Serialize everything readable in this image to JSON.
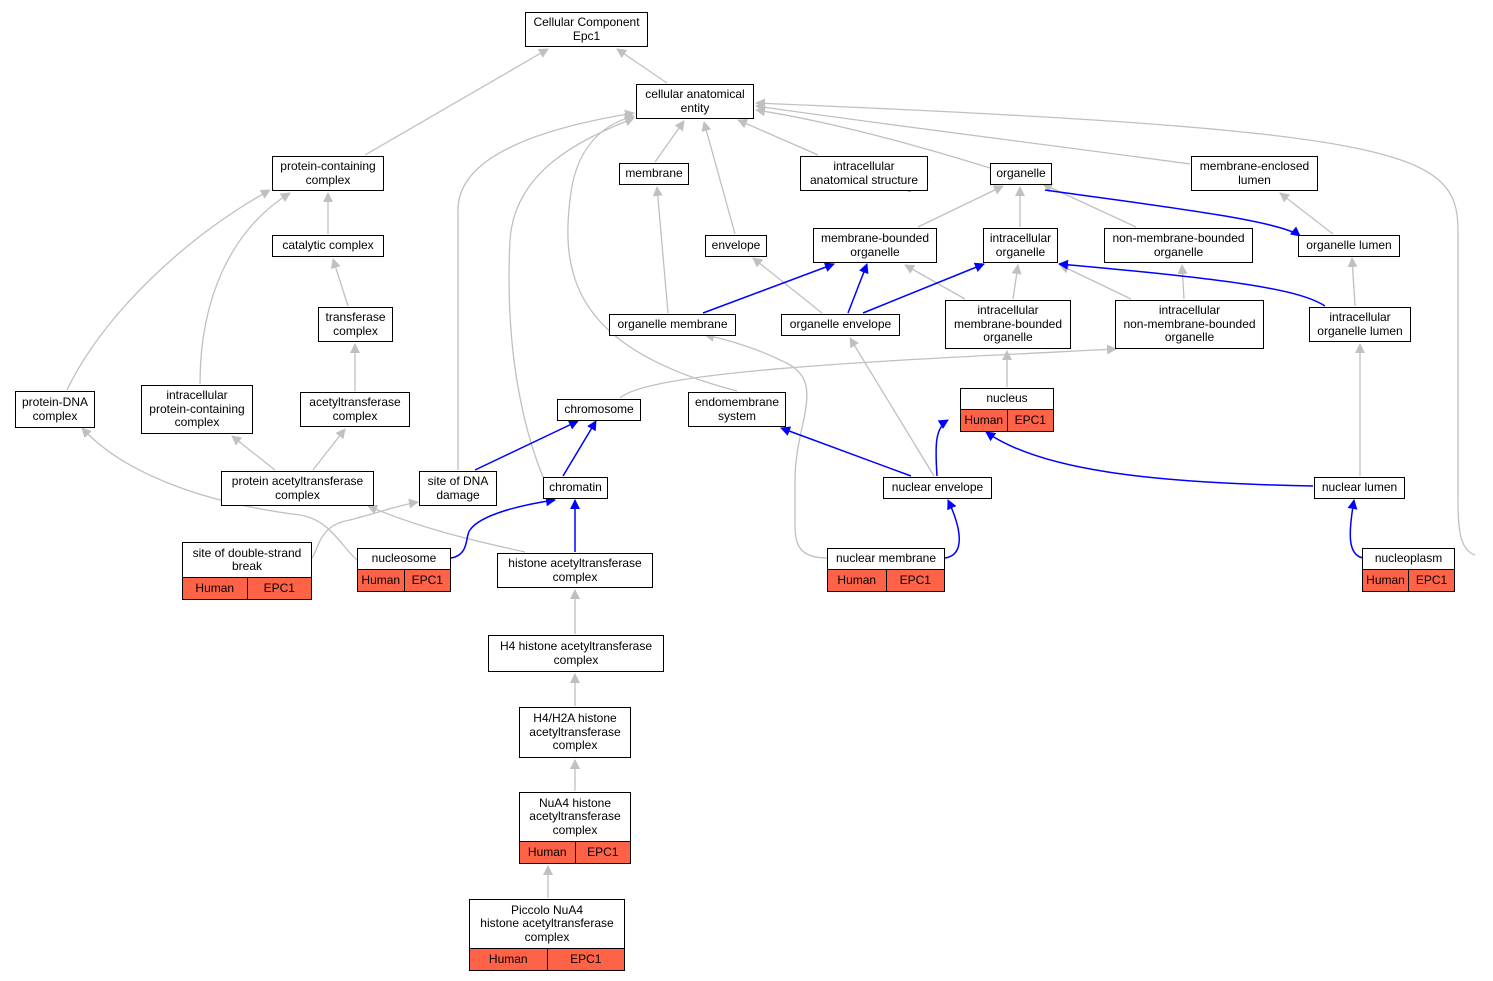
{
  "colors": {
    "isa_edge": "#c0c0c0",
    "partof_edge": "#0000ff",
    "annotation_fill": "#ff6347",
    "node_border": "#000000"
  },
  "nodes": {
    "root": {
      "label": "Cellular Component\nEpc1"
    },
    "cae": {
      "label": "cellular anatomical\nentity"
    },
    "pcc": {
      "label": "protein-containing\ncomplex"
    },
    "membrane": {
      "label": "membrane"
    },
    "ias": {
      "label": "intracellular\nanatomical structure"
    },
    "organelle": {
      "label": "organelle"
    },
    "mel": {
      "label": "membrane-enclosed\nlumen"
    },
    "catcomplex": {
      "label": "catalytic complex"
    },
    "envelope": {
      "label": "envelope"
    },
    "mbo": {
      "label": "membrane-bounded\norganelle"
    },
    "io": {
      "label": "intracellular\norganelle"
    },
    "nmbo": {
      "label": "non-membrane-bounded\norganelle"
    },
    "ol": {
      "label": "organelle lumen"
    },
    "transcomplex": {
      "label": "transferase\ncomplex"
    },
    "om": {
      "label": "organelle membrane"
    },
    "oe": {
      "label": "organelle envelope"
    },
    "imbo": {
      "label": "intracellular\nmembrane-bounded\norganelle"
    },
    "inmbo": {
      "label": "intracellular\nnon-membrane-bounded\norganelle"
    },
    "iol": {
      "label": "intracellular\norganelle lumen"
    },
    "pdna": {
      "label": "protein-DNA\ncomplex"
    },
    "ipcc": {
      "label": "intracellular\nprotein-containing\ncomplex"
    },
    "atcomplex": {
      "label": "acetyltransferase\ncomplex"
    },
    "chromosome": {
      "label": "chromosome"
    },
    "endomem": {
      "label": "endomembrane\nsystem"
    },
    "nucleus": {
      "label": "nucleus",
      "species": "Human",
      "gene": "EPC1"
    },
    "patc": {
      "label": "protein acetyltransferase\ncomplex"
    },
    "sdd": {
      "label": "site of DNA\ndamage"
    },
    "chromatin": {
      "label": "chromatin"
    },
    "ne": {
      "label": "nuclear envelope"
    },
    "nl": {
      "label": "nuclear lumen"
    },
    "sdsb": {
      "label": "site of double-strand\nbreak",
      "species": "Human",
      "gene": "EPC1"
    },
    "nucleosome": {
      "label": "nucleosome",
      "species": "Human",
      "gene": "EPC1"
    },
    "hatc": {
      "label": "histone acetyltransferase\ncomplex"
    },
    "nm": {
      "label": "nuclear membrane",
      "species": "Human",
      "gene": "EPC1"
    },
    "np": {
      "label": "nucleoplasm",
      "species": "Human",
      "gene": "EPC1"
    },
    "h4": {
      "label": "H4 histone acetyltransferase\ncomplex"
    },
    "h4h2a": {
      "label": "H4/H2A histone\nacetyltransferase\ncomplex"
    },
    "nua4": {
      "label": "NuA4 histone\nacetyltransferase\ncomplex",
      "species": "Human",
      "gene": "EPC1"
    },
    "piccolo": {
      "label": "Piccolo NuA4\nhistone acetyltransferase\ncomplex",
      "species": "Human",
      "gene": "EPC1"
    }
  }
}
